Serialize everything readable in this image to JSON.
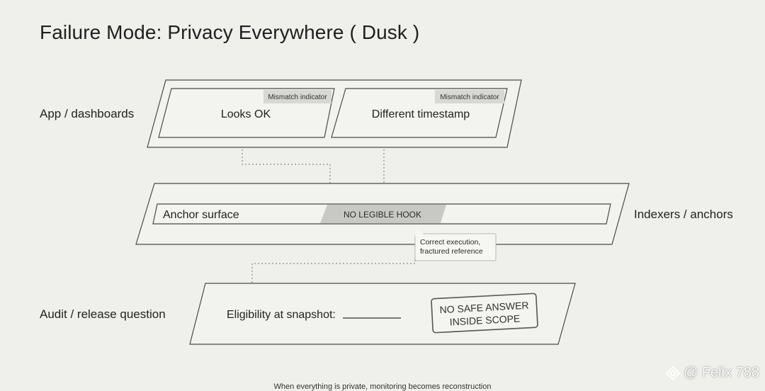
{
  "title": "Failure Mode: Privacy Everywhere ( Dusk )",
  "rows": {
    "app": "App / dashboards",
    "indexers": "Indexers / anchors",
    "audit": "Audit / release question"
  },
  "app_panels": {
    "left": {
      "tag": "Mismatch indicator",
      "text": "Looks OK"
    },
    "right": {
      "tag": "Mismatch indicator",
      "text": "Different timestamp"
    }
  },
  "anchor": {
    "label": "Anchor surface",
    "hook": "NO LEGIBLE HOOK",
    "callout_line1": "Correct execution,",
    "callout_line2": "fractured reference"
  },
  "audit": {
    "question": "Eligibility at snapshot:",
    "stamp_line1": "NO SAFE ANSWER",
    "stamp_line2": "INSIDE SCOPE"
  },
  "caption": "When everything is private, monitoring becomes reconstruction",
  "watermark": "@ Felix 788",
  "colors": {
    "background": "#efefeb",
    "stroke": "#4a4a4a",
    "tag_fill": "#d6d6d3",
    "hook_fill": "#c9c9c6"
  }
}
